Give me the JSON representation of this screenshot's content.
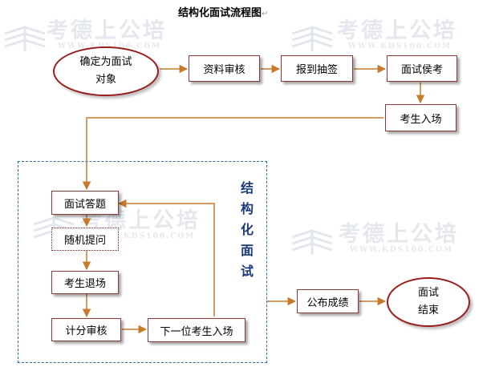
{
  "title": "结构化面试流程图",
  "title_mark": "↵",
  "watermark": {
    "brand": "考德上公培",
    "url": "WWW.KDS100.COM"
  },
  "nodes": {
    "start": {
      "line1": "确定为面试",
      "line2": "对象"
    },
    "review_materials": "资料审核",
    "register_draw": "报到抽签",
    "interview_wait": "面试侯考",
    "candidate_enter": "考生入场",
    "answer_questions": "面试答题",
    "random_questions": "随机提问",
    "candidate_exit": "考生退场",
    "score_review": "计分审核",
    "next_candidate": "下一位考生入场",
    "announce_results": "公布成绩",
    "end": {
      "line1": "面试",
      "line2": "结束"
    }
  },
  "group_label": [
    "结",
    "构",
    "化",
    "面",
    "试"
  ],
  "colors": {
    "line": "#c87a2c",
    "box_border": "#8b3a34",
    "oval_border": "#9a1b1b",
    "frame": "#2f6f96",
    "group_label": "#1a3a7a"
  }
}
